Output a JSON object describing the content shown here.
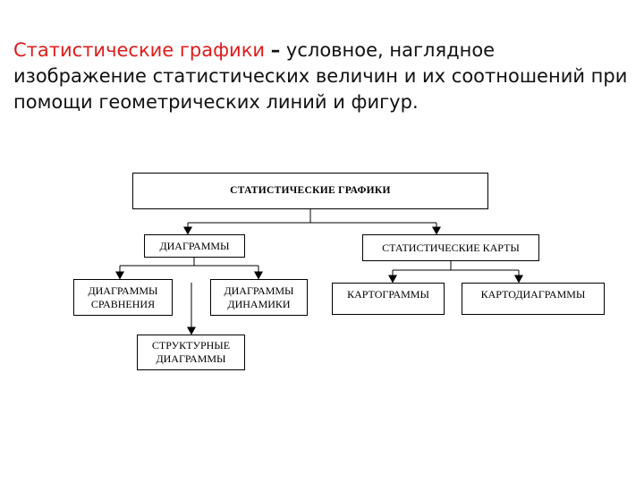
{
  "intro": {
    "term": "Статистические графики",
    "dash": "–",
    "definition": "условное, наглядное изображение статистических величин и их соотношений при помощи геометрических линий и фигур."
  },
  "diagram": {
    "root": "СТАТИСТИЧЕСКИЕ ГРАФИКИ",
    "left": {
      "label": "ДИАГРАММЫ",
      "children": [
        {
          "label": "ДИАГРАММЫ СРАВНЕНИЯ"
        },
        {
          "label": "ДИАГРАММЫ ДИНАМИКИ"
        },
        {
          "label": "СТРУКТУРНЫЕ ДИАГРАММЫ"
        }
      ]
    },
    "right": {
      "label": "СТАТИСТИЧЕСКИЕ КАРТЫ",
      "children": [
        {
          "label": "КАРТОГРАММЫ"
        },
        {
          "label": "КАРТОДИАГРАММЫ"
        }
      ]
    }
  }
}
